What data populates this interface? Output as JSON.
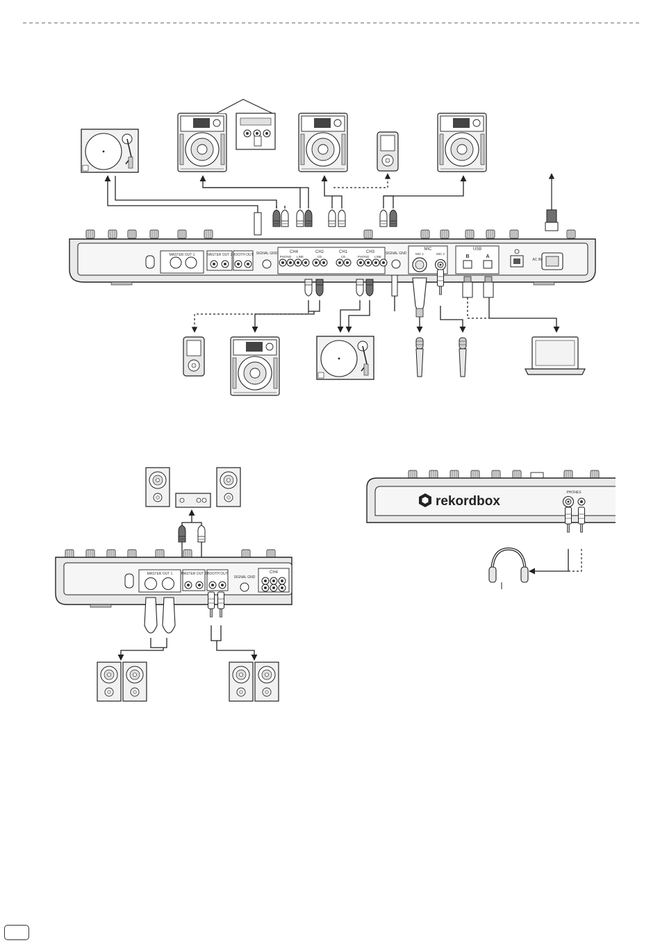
{
  "colors": {
    "line": "#222222",
    "panel": "#e9e9e9",
    "panel_dark": "#bdbdbd",
    "device": "#f1f1f1",
    "cable_gray": "#8a8a8a",
    "plug_dark": "#6f6f6f"
  },
  "rear_panel": {
    "master_out1": "MASTER OUT 1",
    "master_out2": "MASTER OUT 2",
    "booth_out": "BOOTH OUT",
    "signal_gnd": "SIGNAL GND",
    "ch4": "CH4",
    "ch2": "CH2",
    "ch1": "CH1",
    "ch3": "CH3",
    "phono": "PHONO",
    "line": "LINE",
    "cd": "CD",
    "mic": "MIC",
    "mic1": "MIC 1",
    "mic2": "MIC 2",
    "usb": "USB",
    "usb_b": "B",
    "usb_a": "A",
    "ac_in": "AC IN"
  },
  "front_panel": {
    "brand": "rekordbox",
    "phones": "PHONES"
  },
  "icons": [
    "turntable-icon",
    "cd-player-icon",
    "portable-player-icon",
    "microphone-icon",
    "laptop-icon",
    "speaker-icon",
    "amplifier-icon",
    "headphones-icon",
    "power-cord-icon"
  ]
}
